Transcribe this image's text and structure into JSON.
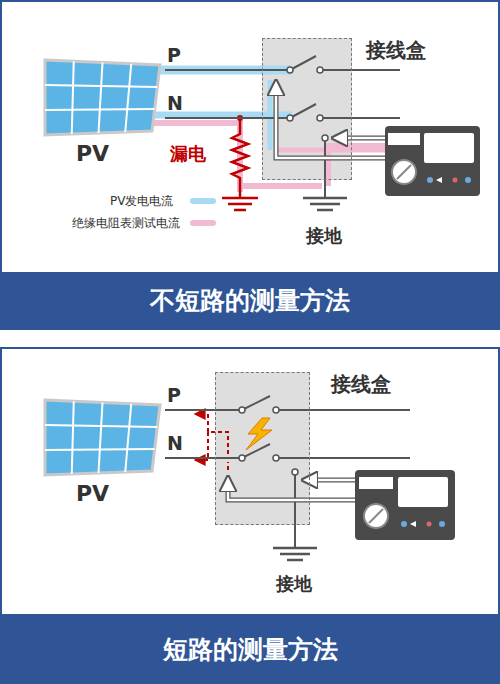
{
  "diagram": {
    "nodes": [
      {
        "text": [
          "PV"
        ]
      },
      {
        "text": [
          "接线盒"
        ]
      },
      {
        "text": [
          "不短路的测量方法"
        ]
      },
      {
        "text": [
          "PV"
        ]
      },
      {
        "text": [
          "接线盒"
        ]
      },
      {
        "text": [
          "短路的测量方法"
        ]
      }
    ],
    "edges": [
      {
        "from": 0,
        "to": 1,
        "arrow": "none",
        "label": "P"
      },
      {
        "from": 0,
        "to": 1,
        "arrow": "none",
        "label": "N"
      },
      {
        "from": 3,
        "to": 4,
        "arrow": "none",
        "label": "P"
      },
      {
        "from": 3,
        "to": 4,
        "arrow": "none",
        "label": "N"
      }
    ],
    "labels": [
      "漏电",
      "接地",
      "接地"
    ],
    "legend": [
      {
        "text": "PV发电电流",
        "color": "#a9daf3"
      },
      {
        "text": "绝缘电阻表测试电流",
        "color": "#f2b9d3"
      }
    ]
  }
}
